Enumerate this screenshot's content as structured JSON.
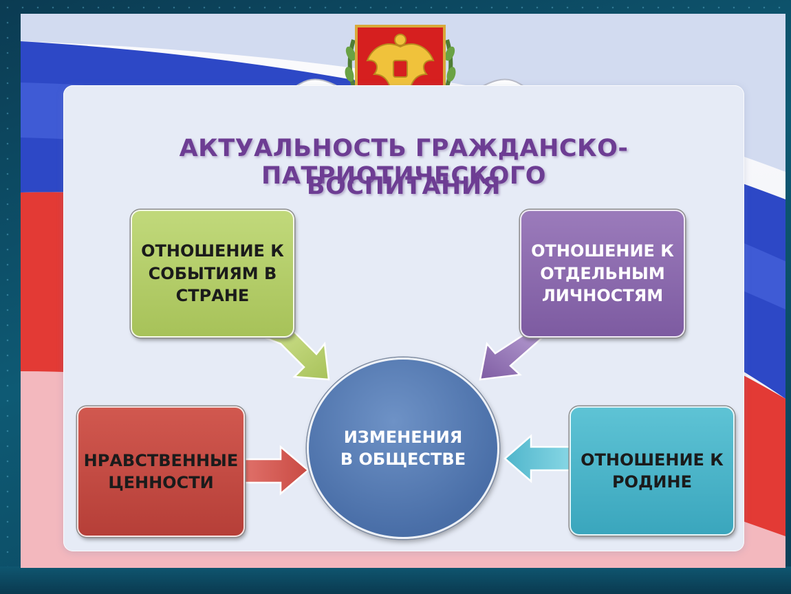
{
  "title": {
    "line1": "Актуальность гражданско-патриотического",
    "line2": "воспитания"
  },
  "center": {
    "label": "Изменения\nв обществе"
  },
  "boxes": {
    "top_left": "Отношение к\nсобытиям в\nстране",
    "top_right": "Отношение к\nотдельным\nличностям",
    "bottom_left": "Нравственные\nценности",
    "bottom_right": "Отношение к\nродине"
  },
  "colors": {
    "title": "#6d3d93",
    "green": "#a7c259",
    "purple": "#7d5ba1",
    "red": "#b63f38",
    "cyan": "#3aa6bd",
    "center": "#4a6fa8"
  },
  "icons": [
    "russian-coat-of-arms-icon",
    "tricolor-ribbon-icon"
  ]
}
